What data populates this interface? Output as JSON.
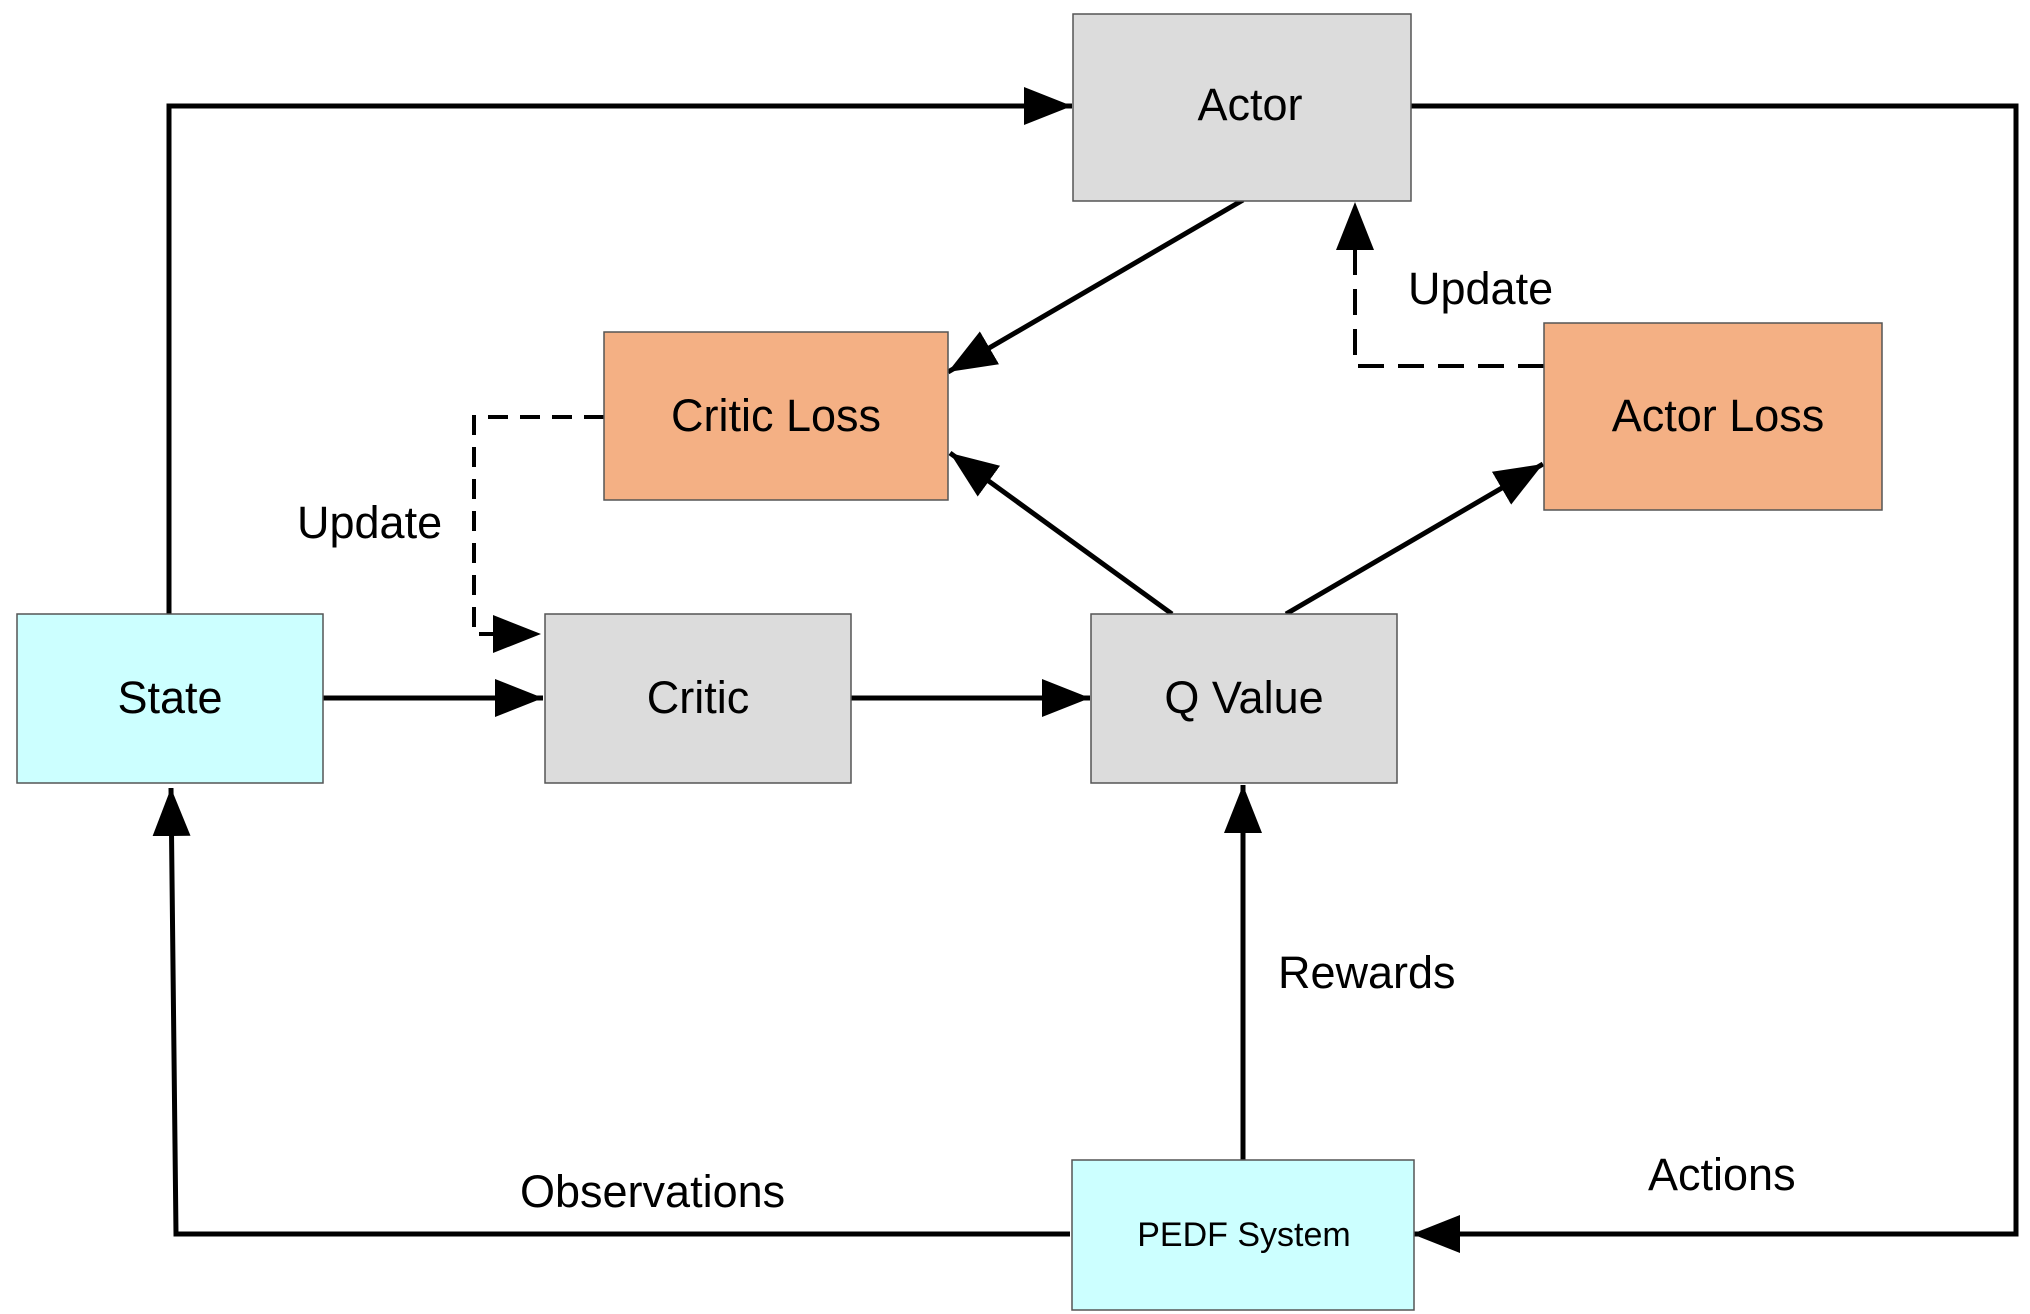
{
  "colors": {
    "gray_box": "#dcdcdc",
    "orange_box": "#f4b084",
    "cyan_box": "#ccffff",
    "stroke": "#000000"
  },
  "nodes": {
    "actor": "Actor",
    "critic_loss": "Critic Loss",
    "actor_loss": "Actor Loss",
    "state": "State",
    "critic": "Critic",
    "q_value": "Q Value",
    "pedf_system": "PEDF System"
  },
  "edge_labels": {
    "update_actor": "Update",
    "update_critic": "Update",
    "rewards": "Rewards",
    "observations": "Observations",
    "actions": "Actions"
  }
}
